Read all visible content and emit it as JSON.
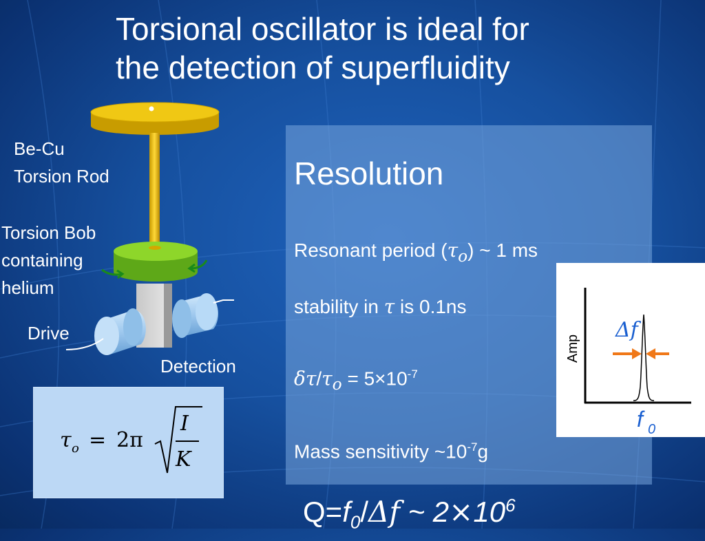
{
  "slide": {
    "title_line1": "Torsional oscillator is ideal for",
    "title_line2": "the detection of superfluidity"
  },
  "apparatus": {
    "rod_label_line1": "Be-Cu",
    "rod_label_line2": "Torsion Rod",
    "bob_label_line1": "Torsion Bob",
    "bob_label_line2": "containing",
    "bob_label_line3": "helium",
    "drive_label": "Drive",
    "detection_label": "Detection",
    "colors": {
      "disk": "#e8c010",
      "bob": "#7cc820",
      "transducer": "#a8d0f0",
      "arrow": "#1a8a1a"
    }
  },
  "formula": {
    "lhs_symbol": "τ",
    "lhs_subscript": "o",
    "equals": "=",
    "coefficient": "2π",
    "numerator": "I",
    "denominator": "K"
  },
  "resolution_panel": {
    "heading": "Resolution",
    "period_prefix": "Resonant period (",
    "period_symbol": "τ",
    "period_subscript": "o",
    "period_suffix": ") ~ 1 ms",
    "stability_prefix": "stability in ",
    "stability_symbol": "τ",
    "stability_suffix": " is 0.1ns",
    "ratio_delta_tau": "δτ",
    "ratio_slash": "/",
    "ratio_tau": "τ",
    "ratio_subscript": "o",
    "ratio_value": " = 5×10",
    "ratio_exponent": "-7",
    "mass_prefix": "Mass sensitivity ~10",
    "mass_exponent": "-7",
    "mass_unit": "g"
  },
  "resonance_graph": {
    "y_axis_label": "Amp",
    "width_label": "Δf",
    "peak_label_symbol": "f",
    "peak_label_subscript": "0",
    "colors": {
      "arrow": "#f07818",
      "label": "#1a5fd0"
    }
  },
  "quality_factor": {
    "q_prefix": "Q=",
    "f_symbol": "f",
    "f_subscript": "0",
    "slash": "/",
    "delta_f": "Δf",
    "approx": " ~ 2",
    "times": "×",
    "ten": "10",
    "exponent": "6"
  }
}
